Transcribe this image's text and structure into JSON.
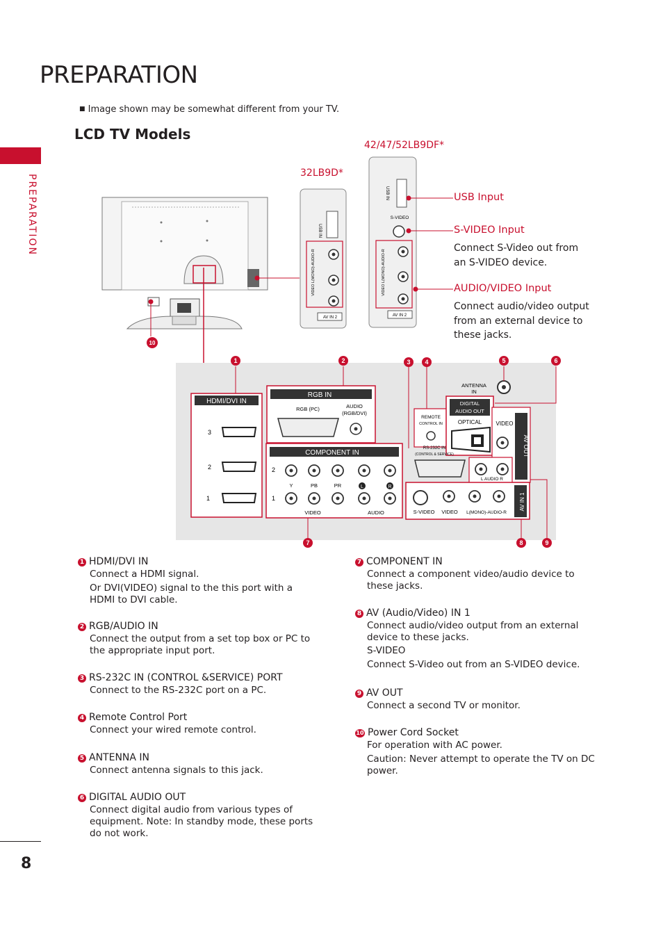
{
  "page": {
    "title": "PREPARATION",
    "side_label": "PREPARATION",
    "note": "Image shown may be somewhat different from your TV.",
    "subtitle": "LCD TV Models",
    "page_number": "8"
  },
  "models": {
    "small": "32LB9D",
    "large": "42/47/52LB9DF",
    "asterisk": "*"
  },
  "callouts": {
    "usb": {
      "title": "USB Input"
    },
    "svideo": {
      "title": "S-VIDEO Input",
      "body": [
        "Connect S-Video out from",
        "an S-VIDEO device."
      ]
    },
    "av": {
      "title": "AUDIO/VIDEO Input",
      "body": [
        "Connect audio/video output",
        "from an external device to",
        "these jacks."
      ]
    }
  },
  "panel_labels": {
    "usb_in": "USB IN",
    "svideo": "S-VIDEO",
    "video_audio": "VIDEO L(MONO)-AUDIO-R",
    "av_in_2": "AV IN 2",
    "hdmi_dvi_in": "HDMI/DVI IN",
    "hdmi_ports": [
      "3",
      "2",
      "1"
    ],
    "rgb_in": "RGB  IN",
    "rgb_pc": "RGB (PC)",
    "audio_rgb_dvi": [
      "AUDIO",
      "(RGB/DVI)"
    ],
    "remote_control_in": [
      "REMOTE",
      "CONTROL IN"
    ],
    "digital_audio_out": [
      "DIGITAL",
      "AUDIO  OUT"
    ],
    "optical": "OPTICAL",
    "antenna_in": [
      "ANTENNA",
      "IN"
    ],
    "component_in": "COMPONENT IN",
    "rs232c": [
      "RS-232C IN",
      "(CONTROL & SERVICE)"
    ],
    "component_rows": [
      "2",
      "1"
    ],
    "component_jacks": [
      "Y",
      "PB",
      "PR",
      "L",
      "R"
    ],
    "component_video": "VIDEO",
    "component_audio": "AUDIO",
    "video": "VIDEO",
    "av_out": "AV OUT",
    "av_out_audio": "L  AUDIO  R",
    "av_in_1": "AV IN 1",
    "av_in_1_labels": [
      "S-VIDEO",
      "VIDEO",
      "L(MONO)-AUDIO-R"
    ]
  },
  "markers": [
    "1",
    "2",
    "3",
    "4",
    "5",
    "6",
    "7",
    "8",
    "9",
    "10"
  ],
  "descriptions_left": [
    {
      "num": "1",
      "head": "HDMI/DVI IN",
      "body": [
        "Connect a HDMI signal.",
        "Or DVI(VIDEO) signal to the this port with a",
        "HDMI to DVI cable."
      ]
    },
    {
      "num": "2",
      "head": "RGB/AUDIO IN",
      "body": [
        "Connect the output from a set top box or PC to",
        "the appropriate input port."
      ]
    },
    {
      "num": "3",
      "head": "RS-232C IN (CONTROL &SERVICE) PORT",
      "body": [
        "Connect to the RS-232C port on a PC."
      ]
    },
    {
      "num": "4",
      "head": "Remote Control Port",
      "body": [
        "Connect your wired remote control."
      ]
    },
    {
      "num": "5",
      "head": "ANTENNA IN",
      "body": [
        "Connect antenna signals to this jack."
      ]
    },
    {
      "num": "6",
      "head": "DIGITAL AUDIO OUT",
      "body": [
        "Connect digital audio from various types of",
        "equipment. Note: In standby mode, these ports",
        "do not work."
      ]
    }
  ],
  "descriptions_right": [
    {
      "num": "7",
      "head": "COMPONENT IN",
      "body": [
        "Connect a component video/audio device to",
        "these jacks."
      ]
    },
    {
      "num": "8",
      "head": "AV (Audio/Video) IN 1",
      "body": [
        "Connect audio/video output from an external",
        "device to these jacks.",
        "S-VIDEO",
        "Connect S-Video out from an S-VIDEO device."
      ]
    },
    {
      "num": "9",
      "head": "AV OUT",
      "body": [
        "Connect a second TV or monitor."
      ]
    },
    {
      "num": "10",
      "head": "Power Cord Socket",
      "body": [
        "For operation with AC power.",
        "Caution: Never attempt to operate the TV on DC",
        "power."
      ]
    }
  ],
  "colors": {
    "accent": "#c8102e",
    "panel": "#e6e6e6",
    "text": "#231f20"
  }
}
